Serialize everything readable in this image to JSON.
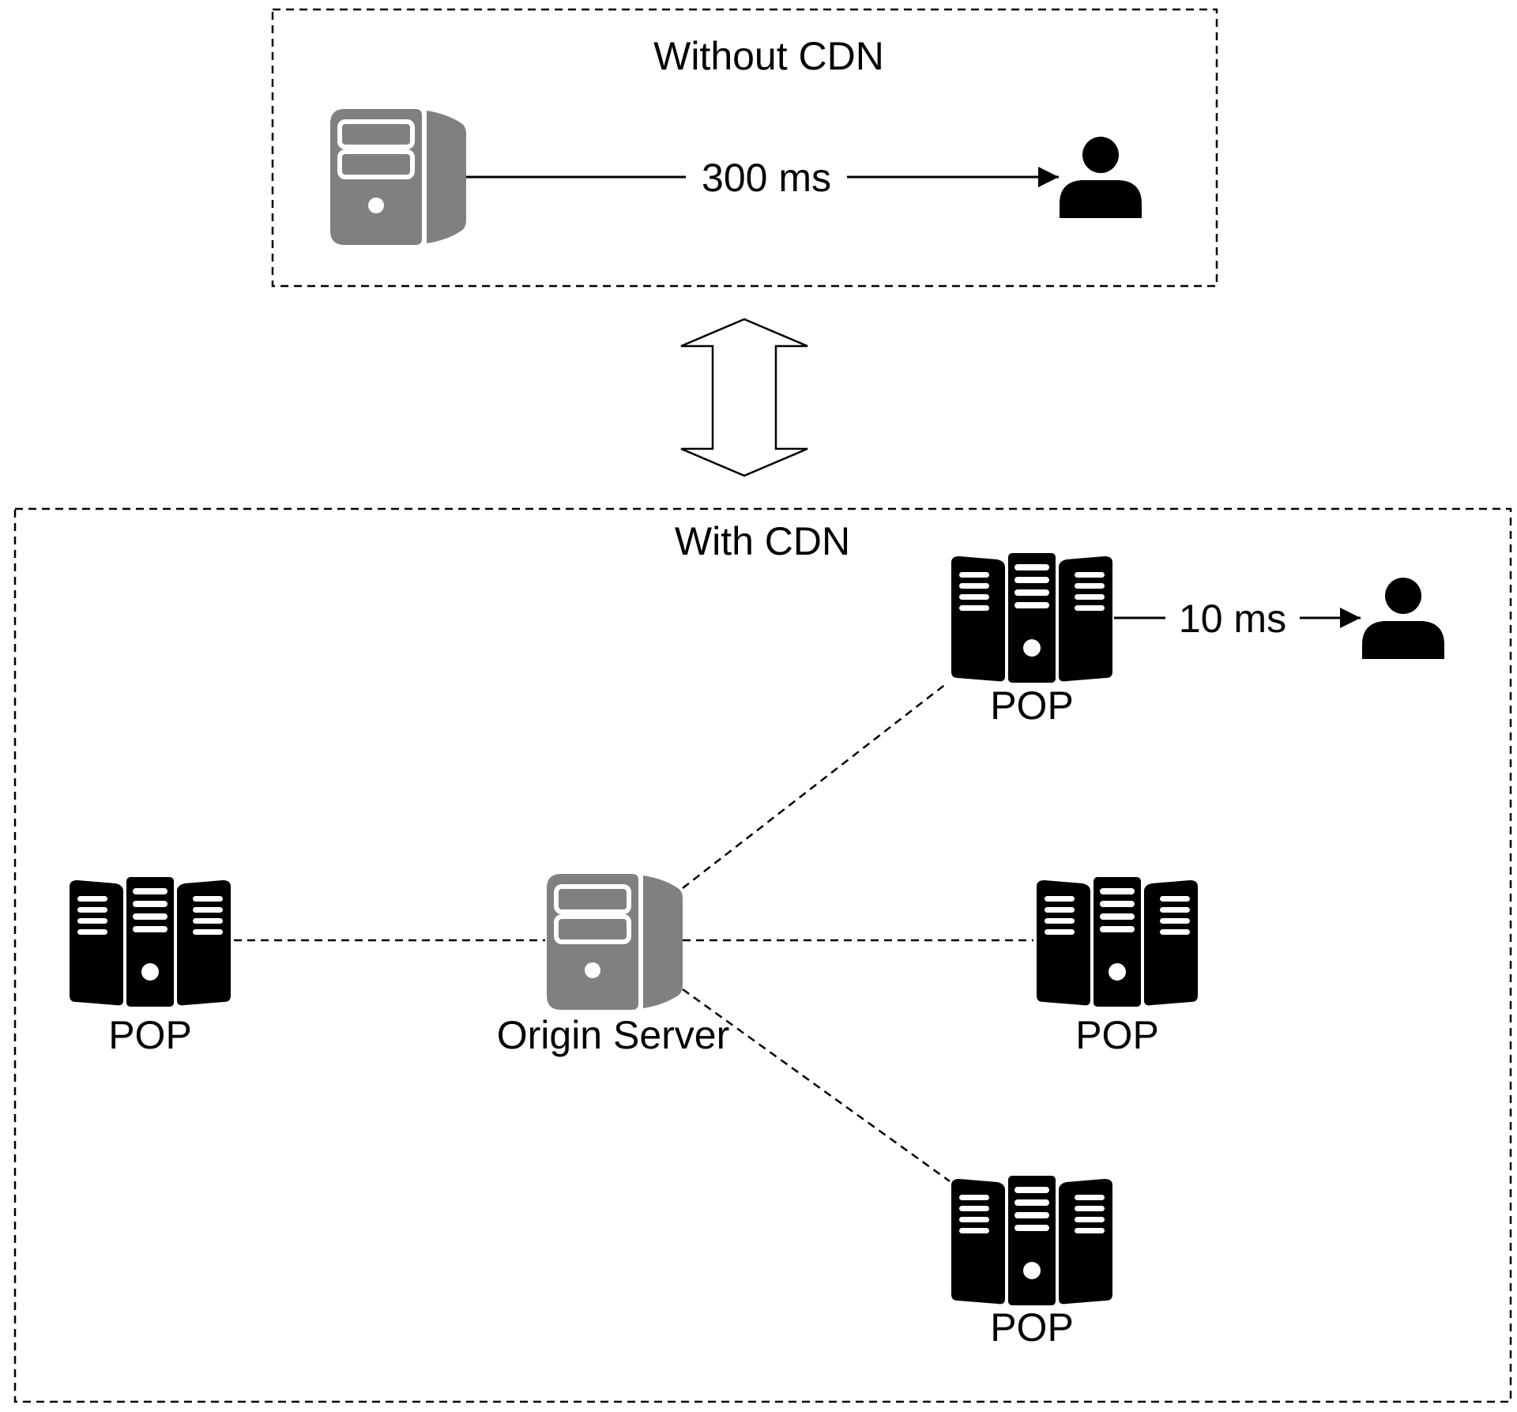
{
  "panels": {
    "without": {
      "title": "Without CDN",
      "latency": "300 ms"
    },
    "with": {
      "title": "With CDN",
      "latency": "10 ms"
    }
  },
  "nodes": {
    "origin_label": "Origin Server",
    "pop_label": "POP"
  },
  "colors": {
    "origin_server": "#808080",
    "pop_server": "#000000",
    "user": "#000000",
    "line": "#000000"
  },
  "icons": {
    "origin": "tower-server-icon",
    "pop": "server-rack-icon",
    "user": "user-icon",
    "compare": "double-arrow-icon"
  }
}
